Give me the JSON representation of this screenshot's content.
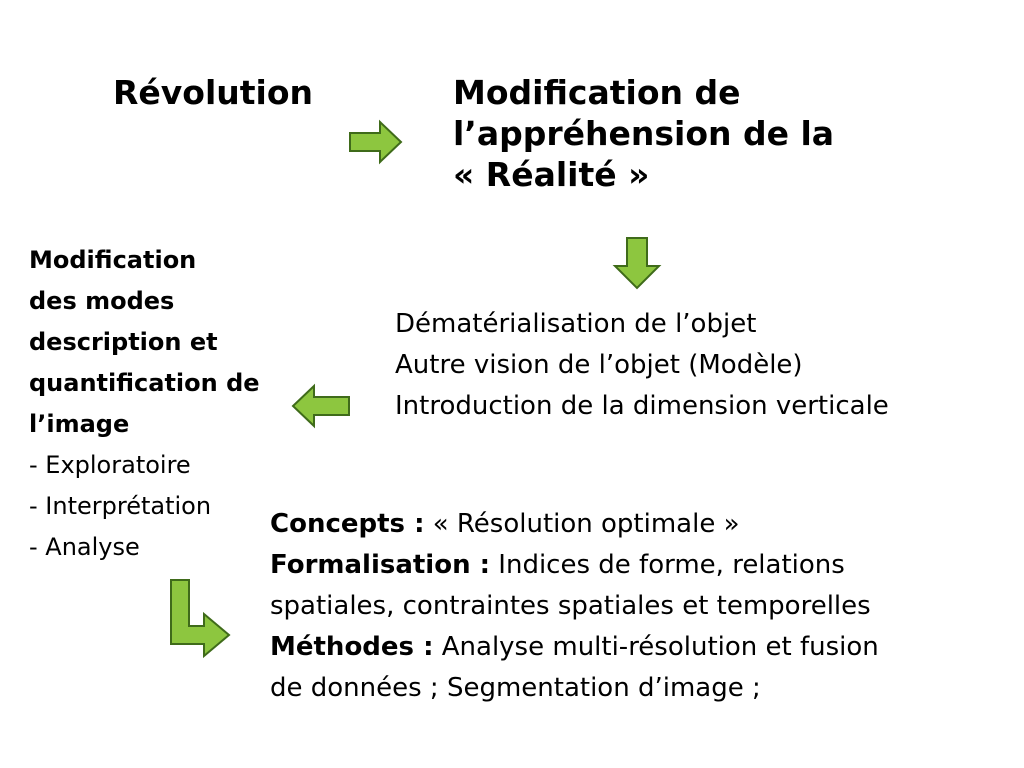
{
  "revolution_label": "Révolution",
  "reality_block": {
    "lines": [
      "Modification de",
      "l’appréhension de la",
      "« Réalité »"
    ]
  },
  "dematerialisation_block": {
    "lines": [
      "Dématérialisation de l’objet",
      "Autre vision de l’objet (Modèle)",
      "Introduction de la dimension verticale"
    ]
  },
  "modes_block": {
    "heading_lines": [
      "Modification",
      "des modes",
      "description et",
      "quantification de",
      "l’image"
    ],
    "items": [
      "- Exploratoire",
      "- Interprétation",
      "- Analyse"
    ]
  },
  "concepts_block": {
    "concepts_label": "Concepts :",
    "concepts_text": " « Résolution optimale »",
    "formalisation_label": "Formalisation :",
    "formalisation_text": " Indices de forme, relations",
    "formalisation_cont": "spatiales, contraintes spatiales et temporelles",
    "methodes_label": "Méthodes :",
    "methodes_text": " Analyse multi-résolution et fusion",
    "methodes_cont": "de données ; Segmentation d’image ;"
  },
  "colors": {
    "arrow_fill": "#8dc63f",
    "arrow_stroke": "#3f6b1a",
    "text": "#000000",
    "background": "#ffffff"
  },
  "icons": {
    "arrow_right": "arrow-right-icon",
    "arrow_down": "arrow-down-icon",
    "arrow_left": "arrow-left-icon",
    "arrow_elbow": "arrow-elbow-down-right-icon"
  }
}
